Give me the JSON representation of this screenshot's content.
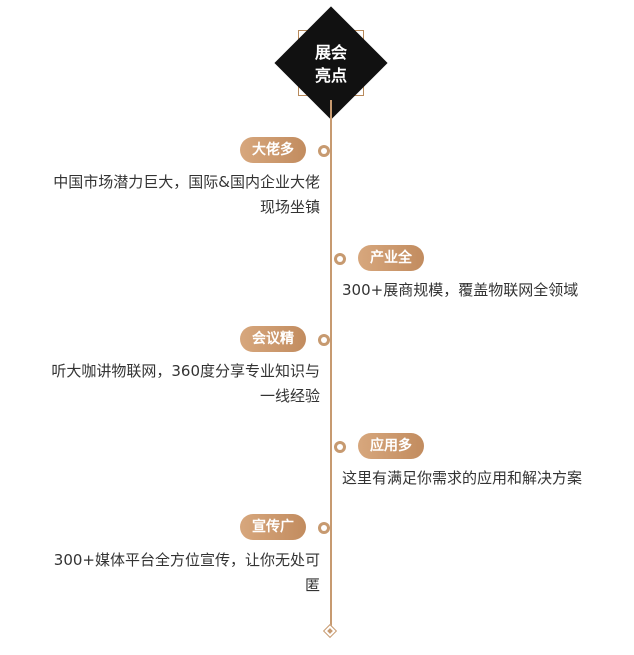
{
  "header": {
    "title_line1": "展会",
    "title_line2": "亮点"
  },
  "items": [
    {
      "label": "大佬多",
      "text_line1": "中国市场潜力巨大，国际&国内企业大佬",
      "text_line2": "现场坐镇"
    },
    {
      "label": "产业全",
      "text_line1": "300+展商规模，覆盖物联网全领域",
      "text_line2": ""
    },
    {
      "label": "会议精",
      "text_line1": "听大咖讲物联网，360度分享专业知识与",
      "text_line2": "一线经验"
    },
    {
      "label": "应用多",
      "text_line1": "这里有满足你需求的应用和解决方案",
      "text_line2": ""
    },
    {
      "label": "宣传广",
      "text_line1": "300+媒体平台全方位宣传，让你无处可",
      "text_line2": "匿"
    }
  ],
  "colors": {
    "accent": "#c79a70",
    "dark": "#111111",
    "text": "#333333"
  },
  "icons": {
    "timeline_end": "diamond-marker-icon",
    "node": "ring-dot-icon"
  }
}
